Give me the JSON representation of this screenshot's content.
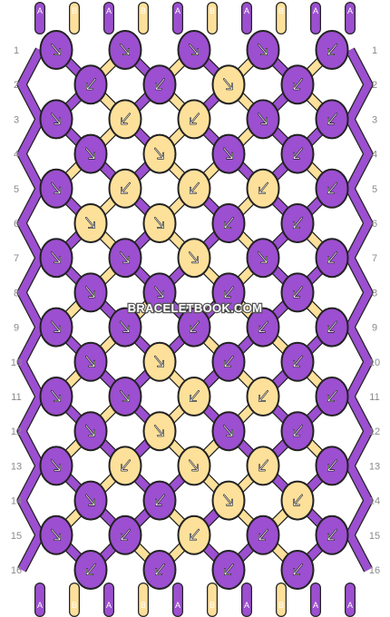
{
  "colors": {
    "A": "#9c4fd0",
    "B": "#fde09a"
  },
  "thread_order": [
    "A",
    "B",
    "A",
    "B",
    "A",
    "B",
    "A",
    "B",
    "A",
    "A"
  ],
  "watermark": "BRACELETBOOK.COM",
  "rows": [
    {
      "label": "1",
      "knots": [
        {
          "c": "A",
          "d": "f"
        },
        {
          "c": "A",
          "d": "f"
        },
        {
          "c": "A",
          "d": "f"
        },
        {
          "c": "A",
          "d": "f"
        },
        {
          "c": "A",
          "d": "bf"
        }
      ]
    },
    {
      "label": "2",
      "knots": [
        {
          "c": "A",
          "d": "b"
        },
        {
          "c": "A",
          "d": "b"
        },
        {
          "c": "B",
          "d": "f"
        },
        {
          "c": "A",
          "d": "b"
        }
      ]
    },
    {
      "label": "3",
      "knots": [
        {
          "c": "A",
          "d": "f"
        },
        {
          "c": "B",
          "d": "b"
        },
        {
          "c": "B",
          "d": "b"
        },
        {
          "c": "A",
          "d": "f"
        },
        {
          "c": "A",
          "d": "b"
        }
      ]
    },
    {
      "label": "4",
      "knots": [
        {
          "c": "A",
          "d": "f"
        },
        {
          "c": "B",
          "d": "f"
        },
        {
          "c": "A",
          "d": "f"
        },
        {
          "c": "A",
          "d": "b"
        }
      ]
    },
    {
      "label": "5",
      "knots": [
        {
          "c": "A",
          "d": "f"
        },
        {
          "c": "B",
          "d": "b"
        },
        {
          "c": "B",
          "d": "b"
        },
        {
          "c": "B",
          "d": "b"
        },
        {
          "c": "A",
          "d": "b"
        }
      ]
    },
    {
      "label": "6",
      "knots": [
        {
          "c": "B",
          "d": "f"
        },
        {
          "c": "B",
          "d": "f"
        },
        {
          "c": "A",
          "d": "b"
        },
        {
          "c": "A",
          "d": "b"
        }
      ]
    },
    {
      "label": "7",
      "knots": [
        {
          "c": "A",
          "d": "f"
        },
        {
          "c": "A",
          "d": "f"
        },
        {
          "c": "B",
          "d": "f"
        },
        {
          "c": "A",
          "d": "f"
        },
        {
          "c": "A",
          "d": "b"
        }
      ]
    },
    {
      "label": "8",
      "knots": [
        {
          "c": "A",
          "d": "f"
        },
        {
          "c": "A",
          "d": "f"
        },
        {
          "c": "A",
          "d": "b"
        },
        {
          "c": "A",
          "d": "b"
        }
      ]
    },
    {
      "label": "9",
      "knots": [
        {
          "c": "A",
          "d": "f"
        },
        {
          "c": "A",
          "d": "f"
        },
        {
          "c": "A",
          "d": "b"
        },
        {
          "c": "A",
          "d": "b"
        },
        {
          "c": "A",
          "d": "b"
        }
      ]
    },
    {
      "label": "10",
      "knots": [
        {
          "c": "A",
          "d": "f"
        },
        {
          "c": "B",
          "d": "f"
        },
        {
          "c": "A",
          "d": "b"
        },
        {
          "c": "A",
          "d": "b"
        }
      ]
    },
    {
      "label": "11",
      "knots": [
        {
          "c": "A",
          "d": "f"
        },
        {
          "c": "A",
          "d": "f"
        },
        {
          "c": "B",
          "d": "b"
        },
        {
          "c": "B",
          "d": "b"
        },
        {
          "c": "A",
          "d": "b"
        }
      ]
    },
    {
      "label": "12",
      "knots": [
        {
          "c": "A",
          "d": "f"
        },
        {
          "c": "B",
          "d": "f"
        },
        {
          "c": "A",
          "d": "f"
        },
        {
          "c": "A",
          "d": "b"
        }
      ]
    },
    {
      "label": "13",
      "knots": [
        {
          "c": "A",
          "d": "f"
        },
        {
          "c": "B",
          "d": "b"
        },
        {
          "c": "B",
          "d": "f"
        },
        {
          "c": "B",
          "d": "b"
        },
        {
          "c": "A",
          "d": "b"
        }
      ]
    },
    {
      "label": "14",
      "knots": [
        {
          "c": "A",
          "d": "f"
        },
        {
          "c": "A",
          "d": "b"
        },
        {
          "c": "B",
          "d": "f"
        },
        {
          "c": "B",
          "d": "b"
        }
      ]
    },
    {
      "label": "15",
      "knots": [
        {
          "c": "A",
          "d": "f"
        },
        {
          "c": "A",
          "d": "b"
        },
        {
          "c": "B",
          "d": "b"
        },
        {
          "c": "A",
          "d": "b"
        },
        {
          "c": "A",
          "d": "b"
        }
      ]
    },
    {
      "label": "16",
      "knots": [
        {
          "c": "A",
          "d": "b"
        },
        {
          "c": "A",
          "d": "b"
        },
        {
          "c": "A",
          "d": "b"
        },
        {
          "c": "A",
          "d": "b"
        }
      ]
    }
  ]
}
